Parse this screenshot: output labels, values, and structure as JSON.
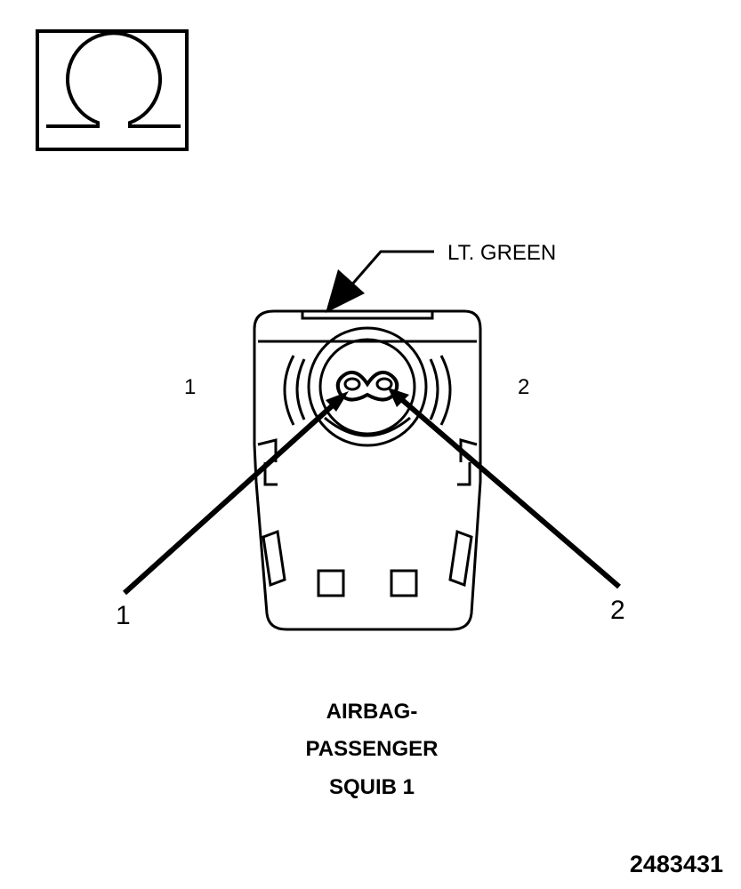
{
  "symbol": {
    "icon": "ohm-icon",
    "meaning": "Ω"
  },
  "wire_color_label": "LT. GREEN",
  "cavity_labels": {
    "left": "1",
    "right": "2"
  },
  "pin_callouts": {
    "pin1": "1",
    "pin2": "2"
  },
  "title_lines": [
    "AIRBAG-",
    "PASSENGER",
    "SQUIB 1"
  ],
  "figure_number": "2483431",
  "colors": {
    "ink": "#000000",
    "background": "#ffffff"
  }
}
